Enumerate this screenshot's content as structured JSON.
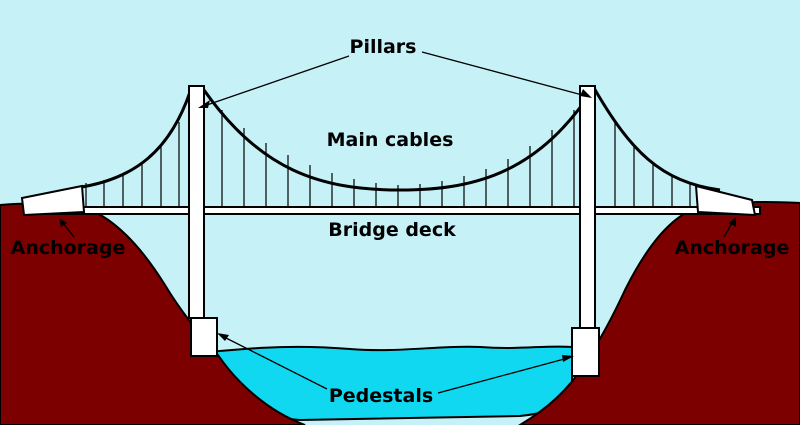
{
  "labels": {
    "pillars": "Pillars",
    "main_cables": "Main cables",
    "bridge_deck": "Bridge deck",
    "anchorage_left": "Anchorage",
    "anchorage_right": "Anchorage",
    "pedestals": "Pedestals"
  },
  "colors": {
    "sky": "#c6f1f6",
    "ground": "#7c0000",
    "water": "#10d8f0",
    "structure": "#ffffff",
    "outline": "#000000"
  }
}
